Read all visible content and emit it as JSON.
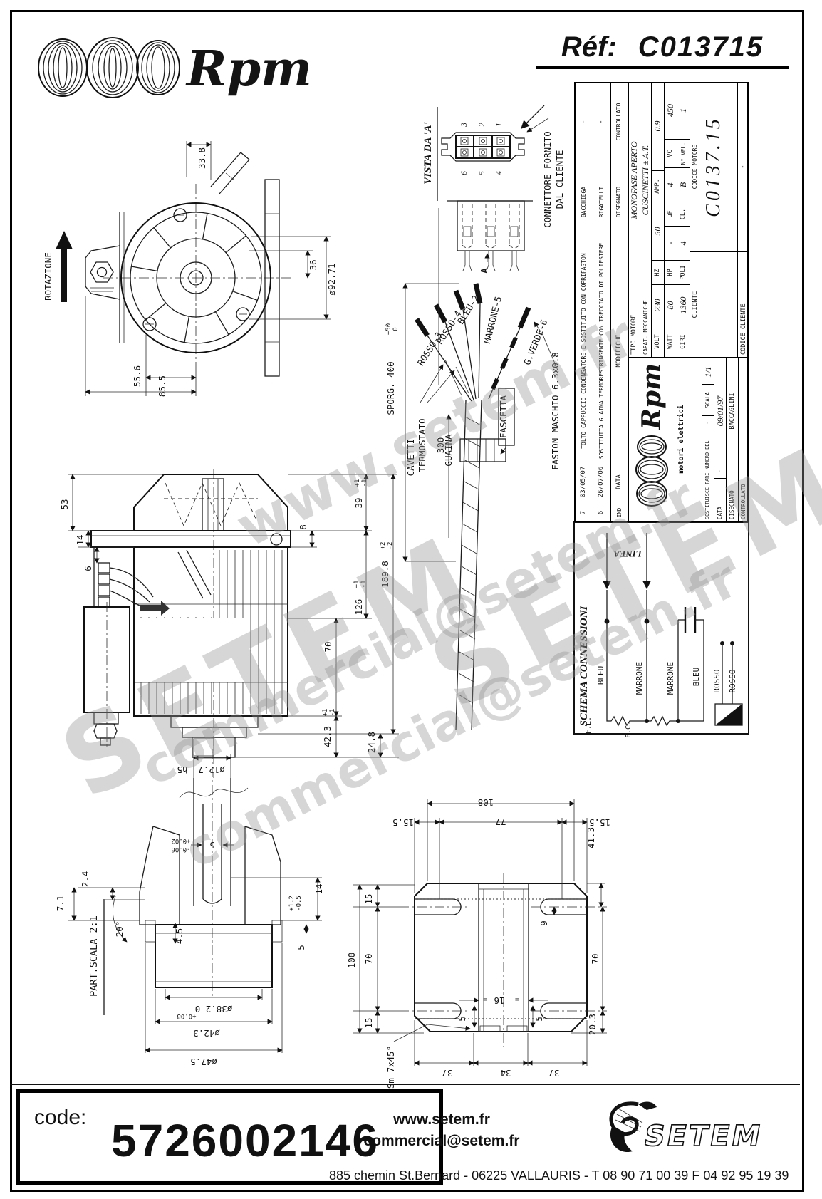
{
  "header": {
    "brand": "Rpm",
    "ref_label": "Réf:",
    "ref_value": "C013715"
  },
  "front_view": {
    "rotazione": "ROTAZIONE",
    "d33_8": "33.8",
    "d36": "36",
    "d92_71": "ø92.71",
    "d55_6": "55.6",
    "d85_5": "85.5"
  },
  "side_view": {
    "d53": "53",
    "d14": "14",
    "d6": "6",
    "d8": "8",
    "d39": "39",
    "d39_tp": "+1",
    "d39_tm": "-1",
    "d126": "126",
    "d126_tp": "+1",
    "d126_tm": "-1",
    "d70": "70",
    "d42_3": "42.3",
    "d42_tp": "+1",
    "d42_tm": "-1",
    "d24_8": "24.8",
    "d189_8": "189.8",
    "d189_tp": "+2",
    "d189_tm": "-2"
  },
  "cable": {
    "sporg": "SPORG. 400",
    "sporg_tp": "+50",
    "sporg_tm": "0",
    "d300": "300",
    "cavetti_1": "CAVETTI",
    "cavetti_2": "TERMOSTATO",
    "guaina": "GUAINA",
    "fascetta": "FASCETTA",
    "faston": "FASTON MASCHIO 6.3x0.8",
    "w_rosso3": "ROSSO-3",
    "w_rosso4": "ROSSO-4",
    "w_bleu2": "BLEU-2",
    "w_marrone5": "MARRONE-5",
    "w_verde6": "G.VERDE-6"
  },
  "connector": {
    "vista": "VISTA DA 'A'",
    "p1": "1",
    "p2": "2",
    "p3": "3",
    "p4": "4",
    "p5": "5",
    "p6": "6",
    "a": "A",
    "fornito_1": "CONNETTORE FORNITO",
    "fornito_2": "DAL CLIENTE"
  },
  "detail": {
    "title": "PART.SCALA 2:1",
    "d12_7": "ø12.7",
    "h5": "h5",
    "key": "5",
    "key_tp": "+0.02",
    "key_tm": "-0.06",
    "d2_4": "2.4",
    "d7_1": "7.1",
    "a20": "20°",
    "d4_5": "4.5",
    "d14": "14",
    "tp": "+1.2",
    "tm": "-0.5",
    "d5": "5",
    "d38": "ø38.2 0",
    "d38_tp": "+0.08",
    "d42": "ø42.3",
    "d47": "ø47.5"
  },
  "flange": {
    "d108": "108",
    "d15_5a": "15.5",
    "d77": "77",
    "d15_5b": "15.5",
    "d100": "100",
    "d15a": "15",
    "d70a": "70",
    "d15b": "15",
    "d41_3": "41.3",
    "d9": "9",
    "d70b": "70",
    "d20_3": "20.3",
    "d16": "16",
    "eq": "=",
    "d5a": "5",
    "d5b": "5",
    "d37a": "37",
    "d34": "34",
    "d37b": "37",
    "sm": "Sm 7x45°"
  },
  "titleblock": {
    "revisions": {
      "h_ind": "IND",
      "h_date": "DATA",
      "h_mod": "MODIFICHE",
      "h_dis": "DISEGNATO",
      "h_con": "CONTROLLATO",
      "rows": [
        {
          "ind": "7",
          "date": "03/05/07",
          "mod": "TOLTO CAPPUCCIO CONDENSATORE E SOSTITUITO CON COPRIFASTON",
          "dis": "BACCHIEGA",
          "con": "-"
        },
        {
          "ind": "6",
          "date": "26/07/06",
          "mod": "SOSTITUITA GUAINA TERMORESTRINGENTE CON TRECCIATO DI POLIESTERE",
          "dis": "RIGATELLI",
          "con": "-"
        }
      ]
    },
    "brand": {
      "name": "Rpm",
      "sub": "motori elettrici"
    },
    "info": {
      "sost": "SOSTITUISCE PARI NUMERO DEL",
      "sost_v": "-",
      "scala_l": "SCALA",
      "scala_v": "1/1",
      "data_l": "DATA",
      "data_d": "-",
      "data_v": "09/01/97",
      "dis_l": "DISEGNATO",
      "dis_v": "BACCAGLINI",
      "con_l": "CONTROLLATO"
    },
    "spec": {
      "tipo_l": "TIPO MOTORE",
      "tipo_v": "MONOFASE APERTO",
      "carat_l": "CARAT. MECCANICHE",
      "carat_v": "CUSCINETTI ± A.T.",
      "volt_l": "VOLT",
      "volt_v": "230",
      "hz_l": "HZ",
      "hz_v": "50",
      "amp_l": "AMP.",
      "amp_v": "0.9",
      "watt_l": "WATT",
      "watt_v": "80",
      "hp_l": "HP",
      "hp_v": "-",
      "uf_l": "µF",
      "uf_v": "4",
      "vc_l": "VC",
      "vc_v": "450",
      "giri_l": "GIRI",
      "giri_v": "1360",
      "poli_l": "POLI",
      "poli_v": "4",
      "cl_l": "CL.",
      "cl_v": "B",
      "nvel_l": "N° VEL.",
      "nvel_v": "1",
      "cliente_l": "CLIENTE",
      "codmot_l": "CODICE MOTORE",
      "codmot_v": "C0137.15",
      "codcli_l": "CODICE CLIENTE",
      "codcli_v": "-"
    }
  },
  "schema": {
    "title": "SCHEMA CONNESSIONI",
    "linea": "LINEA",
    "bleu_a": "BLEU",
    "marrone_a": "MARRONE",
    "marrone_b": "MARRONE",
    "bleu_b": "BLEU",
    "rosso_a": "ROSSO",
    "rosso_b": "ROSSO",
    "fl": "F.L.",
    "fc": "F.C."
  },
  "watermarks": {
    "wm1": "www.setem.fr",
    "wm2": "SETEM",
    "wm3": "SETEM",
    "wm4": "commercial@setem.fr",
    "wm5": "commercial@setem.fr"
  },
  "footer": {
    "code_label": "code:",
    "code_value": "5726002146",
    "site": "www.setem.fr",
    "email": "commercial@setem.fr",
    "address": "885 chemin St.Bernard  -  06225 VALLAURIS  -  T 08 90 71 00 39   F 04 92 95 19 39",
    "brand": "SETEM"
  }
}
